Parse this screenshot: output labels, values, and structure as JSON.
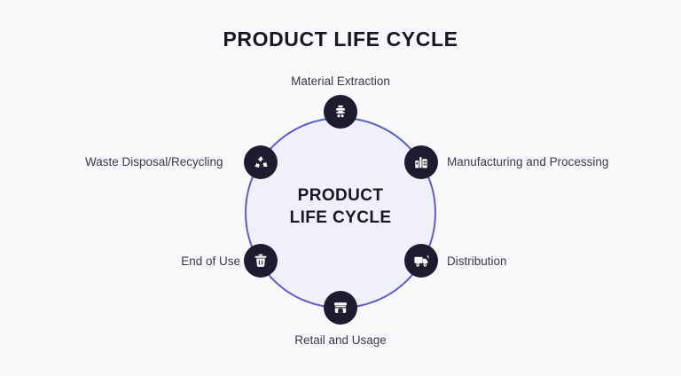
{
  "page": {
    "title": "PRODUCT LIFE CYCLE",
    "background_color": "#f8f9fb"
  },
  "diagram": {
    "type": "cycle",
    "center_line_1": "PRODUCT",
    "center_line_2": "LIFE CYCLE",
    "ring_color": "#5b5fc7",
    "ring_fill_color": "#f0f0fa",
    "node_color": "#1c1c2e",
    "node_icon_color": "#ffffff",
    "label_color": "#3a3a45",
    "stages": [
      {
        "label": "Material Extraction",
        "icon": "mining-cart-icon",
        "position": "top"
      },
      {
        "label": "Manufacturing and Processing",
        "icon": "factory-icon",
        "position": "top-right"
      },
      {
        "label": "Distribution",
        "icon": "delivery-truck-icon",
        "position": "bottom-right"
      },
      {
        "label": "Retail and Usage",
        "icon": "storefront-icon",
        "position": "bottom"
      },
      {
        "label": "End of Use",
        "icon": "trash-bin-icon",
        "position": "bottom-left"
      },
      {
        "label": "Waste Disposal/Recycling",
        "icon": "recycling-icon",
        "position": "top-left"
      }
    ]
  }
}
